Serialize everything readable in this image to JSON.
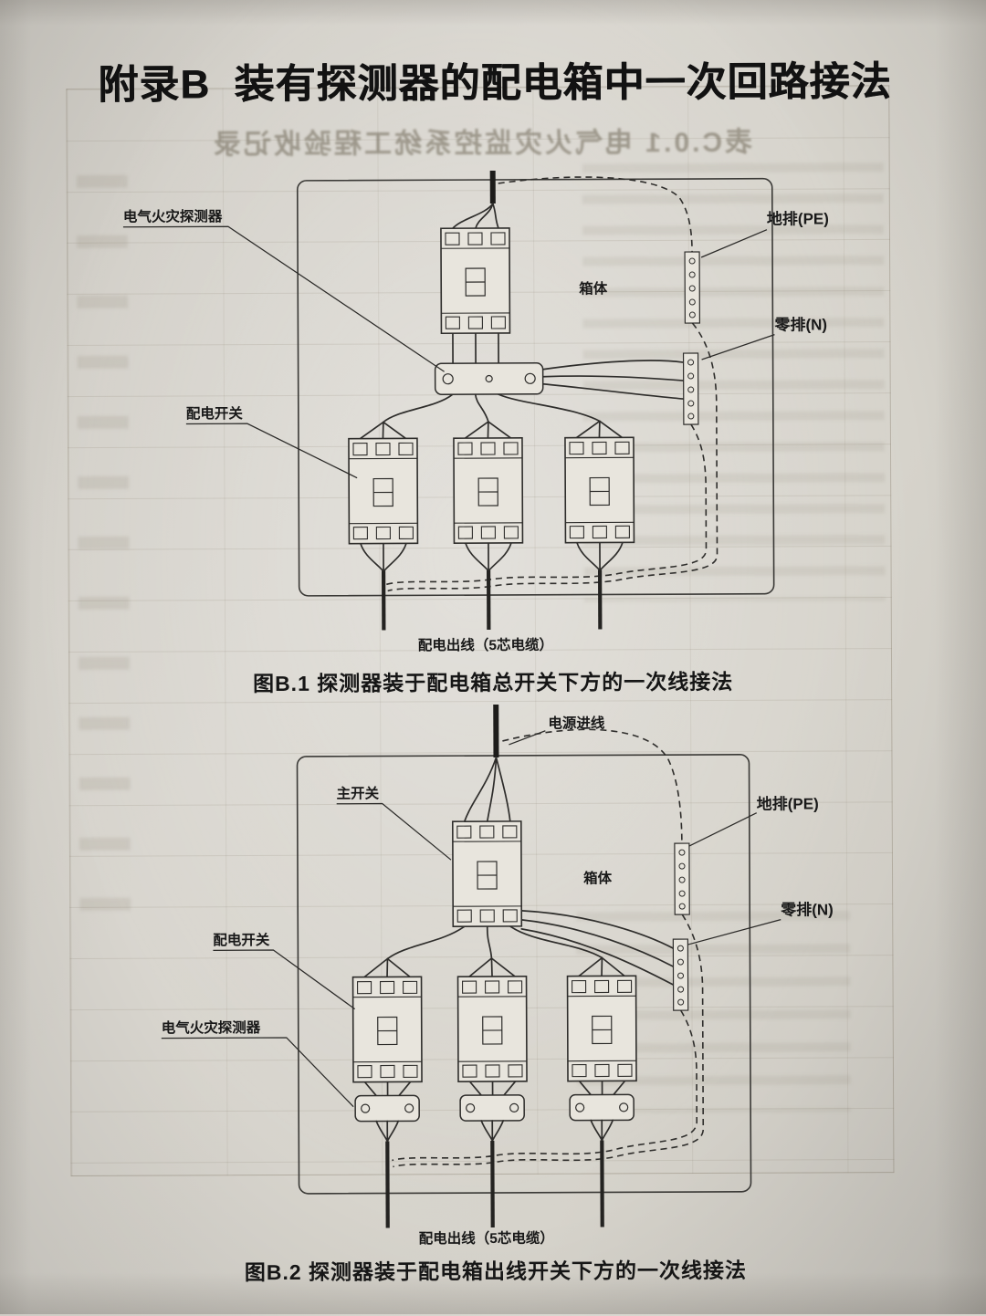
{
  "page": {
    "title": "附录B  装有探测器的配电箱中一次回路接法"
  },
  "bleed": {
    "table_title": "表C.0.1 电气火灾监控系统工程验收记录"
  },
  "figure1": {
    "labels": {
      "detector": "电气火灾探测器",
      "box": "箱体",
      "pe_bar": "地排(PE)",
      "n_bar": "零排(N)",
      "dist_switch": "配电开关",
      "outgoing": "配电出线（5芯电缆）"
    },
    "caption": "图B.1 探测器装于配电箱总开关下方的一次线接法"
  },
  "figure2": {
    "labels": {
      "power_in": "电源进线",
      "main_switch": "主开关",
      "pe_bar": "地排(PE)",
      "box": "箱体",
      "n_bar": "零排(N)",
      "dist_switch": "配电开关",
      "detector": "电气火灾探测器",
      "outgoing": "配电出线（5芯电缆）"
    },
    "caption": "图B.2 探测器装于配电箱出线开关下方的一次线接法"
  }
}
